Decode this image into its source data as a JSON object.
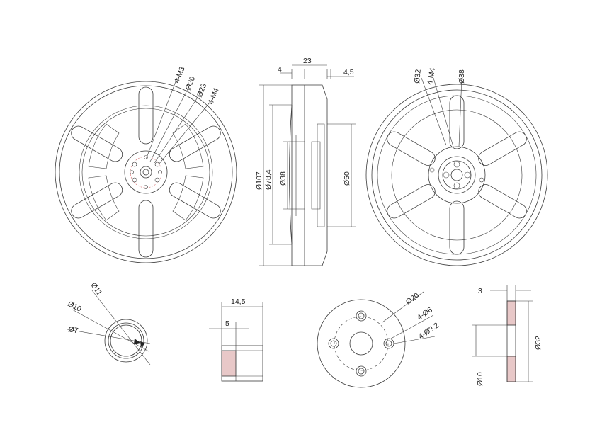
{
  "colors": {
    "line": "#3a3a3a",
    "accent": "#d46a6a",
    "section_fill": "#e8c8c8"
  },
  "front_view": {
    "m3": "4-M3",
    "d20": "Ø20",
    "d23": "Ø23",
    "m4": "4-M4"
  },
  "side_view": {
    "w4": "4",
    "w23": "23",
    "w45": "4,5",
    "d107": "Ø107",
    "d784": "Ø78,4",
    "d38": "Ø38",
    "d50": "Ø50"
  },
  "rear_view": {
    "d32": "Ø32",
    "m4": "4-M4",
    "d38": "Ø38"
  },
  "ring": {
    "d11": "Ø11",
    "d10": "Ø10",
    "d7": "Ø7"
  },
  "sleeve": {
    "w145": "14,5",
    "w5": "5"
  },
  "adapter": {
    "d20": "Ø20",
    "d6": "4-Ø6",
    "d32h": "4-Ø3.2"
  },
  "plate": {
    "t3": "3",
    "d10": "Ø10",
    "d32": "Ø32"
  }
}
